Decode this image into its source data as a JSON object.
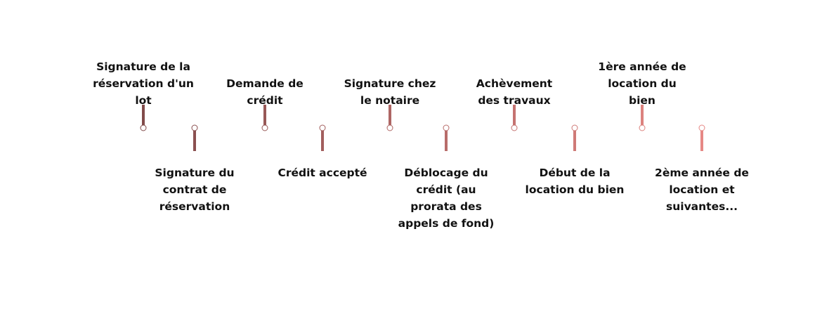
{
  "timeline": {
    "colors": {
      "start": "#7a4646",
      "end": "#f08e8a",
      "node_fill": "#ffffff"
    },
    "milestones": [
      {
        "label": "Signature de la\nréservation d'un\nlot",
        "side": "above"
      },
      {
        "label": "Signature du\ncontrat de\nréservation",
        "side": "below"
      },
      {
        "label": "Demande de\ncrédit",
        "side": "above"
      },
      {
        "label": "Crédit accepté",
        "side": "below"
      },
      {
        "label": "Signature chez\nle notaire",
        "side": "above"
      },
      {
        "label": "Déblocage du\ncrédit (au\nprorata des\nappels de fond)",
        "side": "below"
      },
      {
        "label": "Achèvement\ndes travaux",
        "side": "above"
      },
      {
        "label": "Début de la\nlocation du bien",
        "side": "below"
      },
      {
        "label": "1ère année de\nlocation du\nbien",
        "side": "above"
      },
      {
        "label": "2ème année de\nlocation et\nsuivantes...",
        "side": "below"
      }
    ]
  }
}
